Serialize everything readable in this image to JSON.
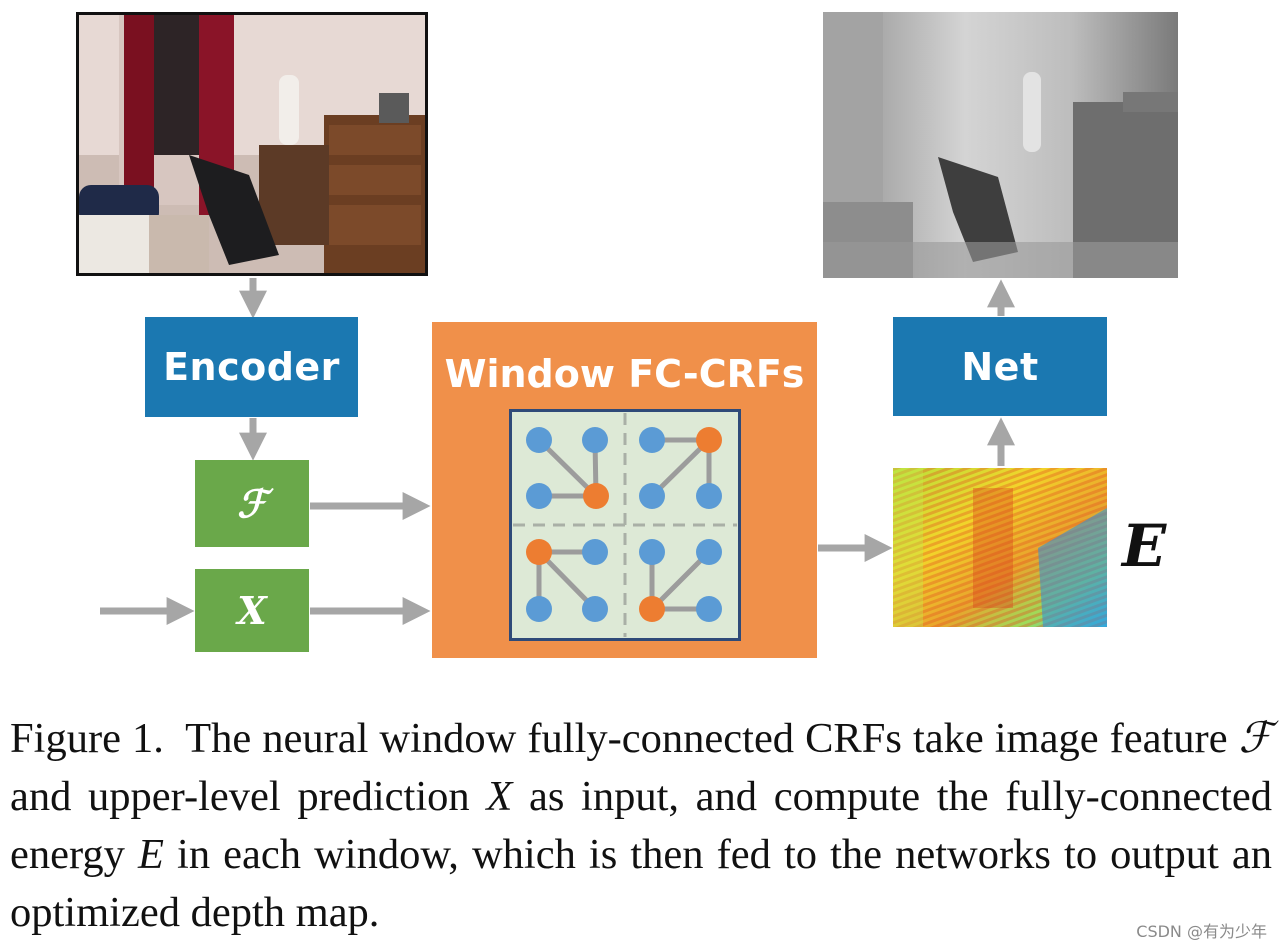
{
  "diagram": {
    "encoder_label": "Encoder",
    "net_label": "Net",
    "feature_symbol": "ℱ",
    "prediction_symbol": "X",
    "crf_title": "Window FC-CRFs",
    "energy_symbol": "E"
  },
  "caption": {
    "prefix": "Figure 1.",
    "text_1": "The neural window fully-connected CRFs take image feature ",
    "sym_F": "ℱ",
    "text_2": " and upper-level prediction ",
    "sym_X": "X",
    "text_3": " as input, and compute the fully-connected energy ",
    "sym_E": "E",
    "text_4": " in each window, which is then fed to the networks to output an optimized depth map."
  },
  "watermark": "CSDN @有为少年",
  "colors": {
    "encoder_net_blue": "#1b78b1",
    "input_green": "#6aa84a",
    "crf_orange": "#f0904a",
    "node_blue": "#5b9bd5",
    "node_orange": "#ed7d31",
    "arrow_gray": "#a6a6a6",
    "grid_bg": "#dde9d6",
    "grid_border": "#2f4a78"
  },
  "icons": {
    "arrow": "gray-arrow-icon"
  }
}
